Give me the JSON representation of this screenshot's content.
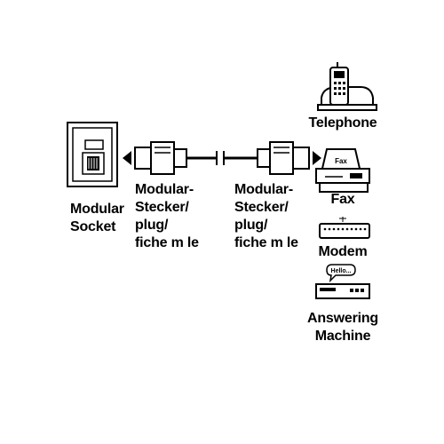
{
  "labels": {
    "socket": "Modular\nSocket",
    "plug_left": "Modular-\nStecker/\nplug/\nfiche m le",
    "plug_right": "Modular-\nStecker/\nplug/\nfiche m le",
    "telephone": "Telephone",
    "fax": "Fax",
    "modem": "Modem",
    "answering_machine": "Answering\nMachine"
  },
  "icons": {
    "socket": "wall-socket-icon",
    "plug": "rj11-plug-icon",
    "telephone": "cordless-telephone-icon",
    "fax": "fax-machine-icon",
    "modem": "modem-icon",
    "answering_machine": "answering-machine-icon"
  },
  "device_text": {
    "fax_paper": "Fax",
    "answering_bubble": "Hello..."
  },
  "colors": {
    "line": "#000000",
    "fill_white": "#ffffff",
    "fill_grey": "#d8d8d8"
  }
}
